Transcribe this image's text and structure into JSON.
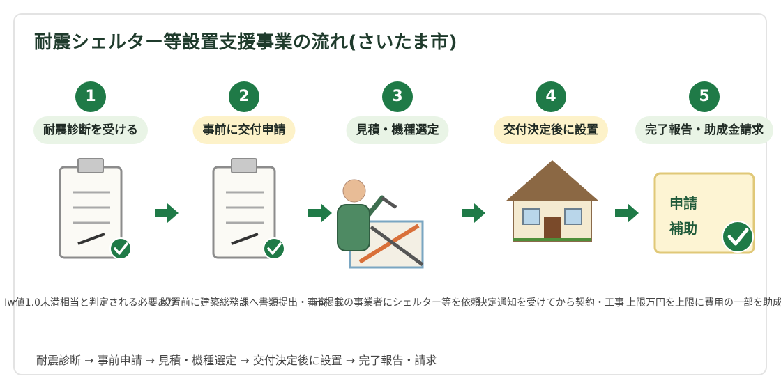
{
  "title": "耐震シェルター等設置支援事業の流れ(さいたま市)",
  "steps": [
    {
      "number": "1",
      "label": "耐震診断を受ける",
      "description": "Iw値1.0未満相当と判定される必要あり"
    },
    {
      "number": "2",
      "label": "事前に交付申請",
      "description": "設置前に建築総務課へ書類提出・審査"
    },
    {
      "number": "3",
      "label": "見積・機種選定",
      "description": "市掲載の事業者にシェルター等を依頼"
    },
    {
      "number": "4",
      "label": "交付決定後に設置",
      "description": "決定通知を受けてから契約・工事"
    },
    {
      "number": "5",
      "label": "完了報告・助成金請求",
      "description": "上限万円を上限に費用の一部を助成"
    }
  ],
  "board": {
    "line1": "申請",
    "line2": "補助"
  },
  "flow_summary": "耐震診断 → 事前申請 → 見積・機種選定 → 交付決定後に設置 → 完了報告・請求",
  "colors": {
    "accent_green": "#1f7a47",
    "label_green_bg": "#e9f4e6",
    "label_yellow_bg": "#fdf2c9",
    "title": "#1f3b2c"
  },
  "icons": [
    "clipboard-check-icon",
    "clipboard-check-icon",
    "worker-tools-icon",
    "house-icon",
    "subsidy-board-icon"
  ]
}
